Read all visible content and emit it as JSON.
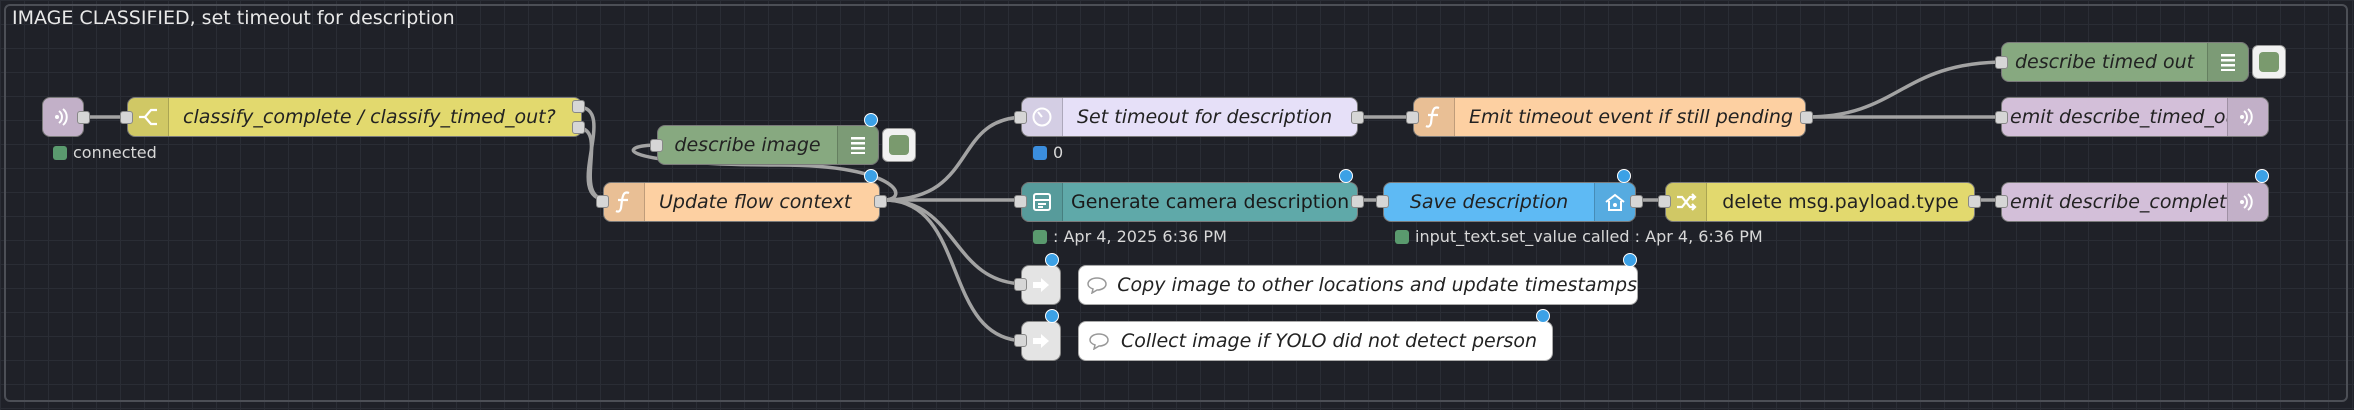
{
  "group": {
    "label": "IMAGE CLASSIFIED, set timeout for description"
  },
  "colors": {
    "switch": "#e2d96e",
    "function": "#fdd0a2",
    "debug": "#87a980",
    "link_out": "#d3bfd9",
    "delay": "#e6e0f8",
    "api": "#5fa9a9",
    "ha_text": "#5ebaf4",
    "change": "#e2d96e",
    "status_green": "#5a9a6e",
    "status_blue": "#3b8ede"
  },
  "nodes": {
    "ws_in": {
      "icon": "websocket-icon",
      "status": "connected"
    },
    "classify": {
      "label": "classify_complete / classify_timed_out?",
      "icon": "switch-icon"
    },
    "describe_image": {
      "label": "describe image",
      "icon": "list-icon"
    },
    "update_flow": {
      "label": "Update flow context",
      "icon": "function-icon"
    },
    "set_timeout": {
      "label": "Set timeout for description",
      "icon": "timer-icon",
      "status": "0"
    },
    "emit_timeout_event": {
      "label": "Emit timeout event if still pending",
      "icon": "function-icon"
    },
    "describe_timed_out": {
      "label": "describe timed out",
      "icon": "list-icon"
    },
    "emit_describe_timed_out": {
      "label": "emit describe_timed_out",
      "icon": "broadcast-icon"
    },
    "generate_desc": {
      "label": "Generate camera description",
      "icon": "api-icon",
      "status": ": Apr 4, 2025 6:36 PM"
    },
    "save_desc": {
      "label": "Save description",
      "icon": "home-assistant-icon",
      "status": "input_text.set_value called : Apr 4, 6:36 PM"
    },
    "delete_type": {
      "label": "delete msg.payload.type",
      "icon": "shuffle-icon"
    },
    "emit_describe_complete": {
      "label": "emit describe_complete",
      "icon": "broadcast-icon"
    },
    "copy_image": {
      "label": "Copy image to other locations and update timestamps",
      "icon": "comment-icon"
    },
    "collect_image": {
      "label": "Collect image if YOLO did not detect person",
      "icon": "comment-icon"
    }
  }
}
